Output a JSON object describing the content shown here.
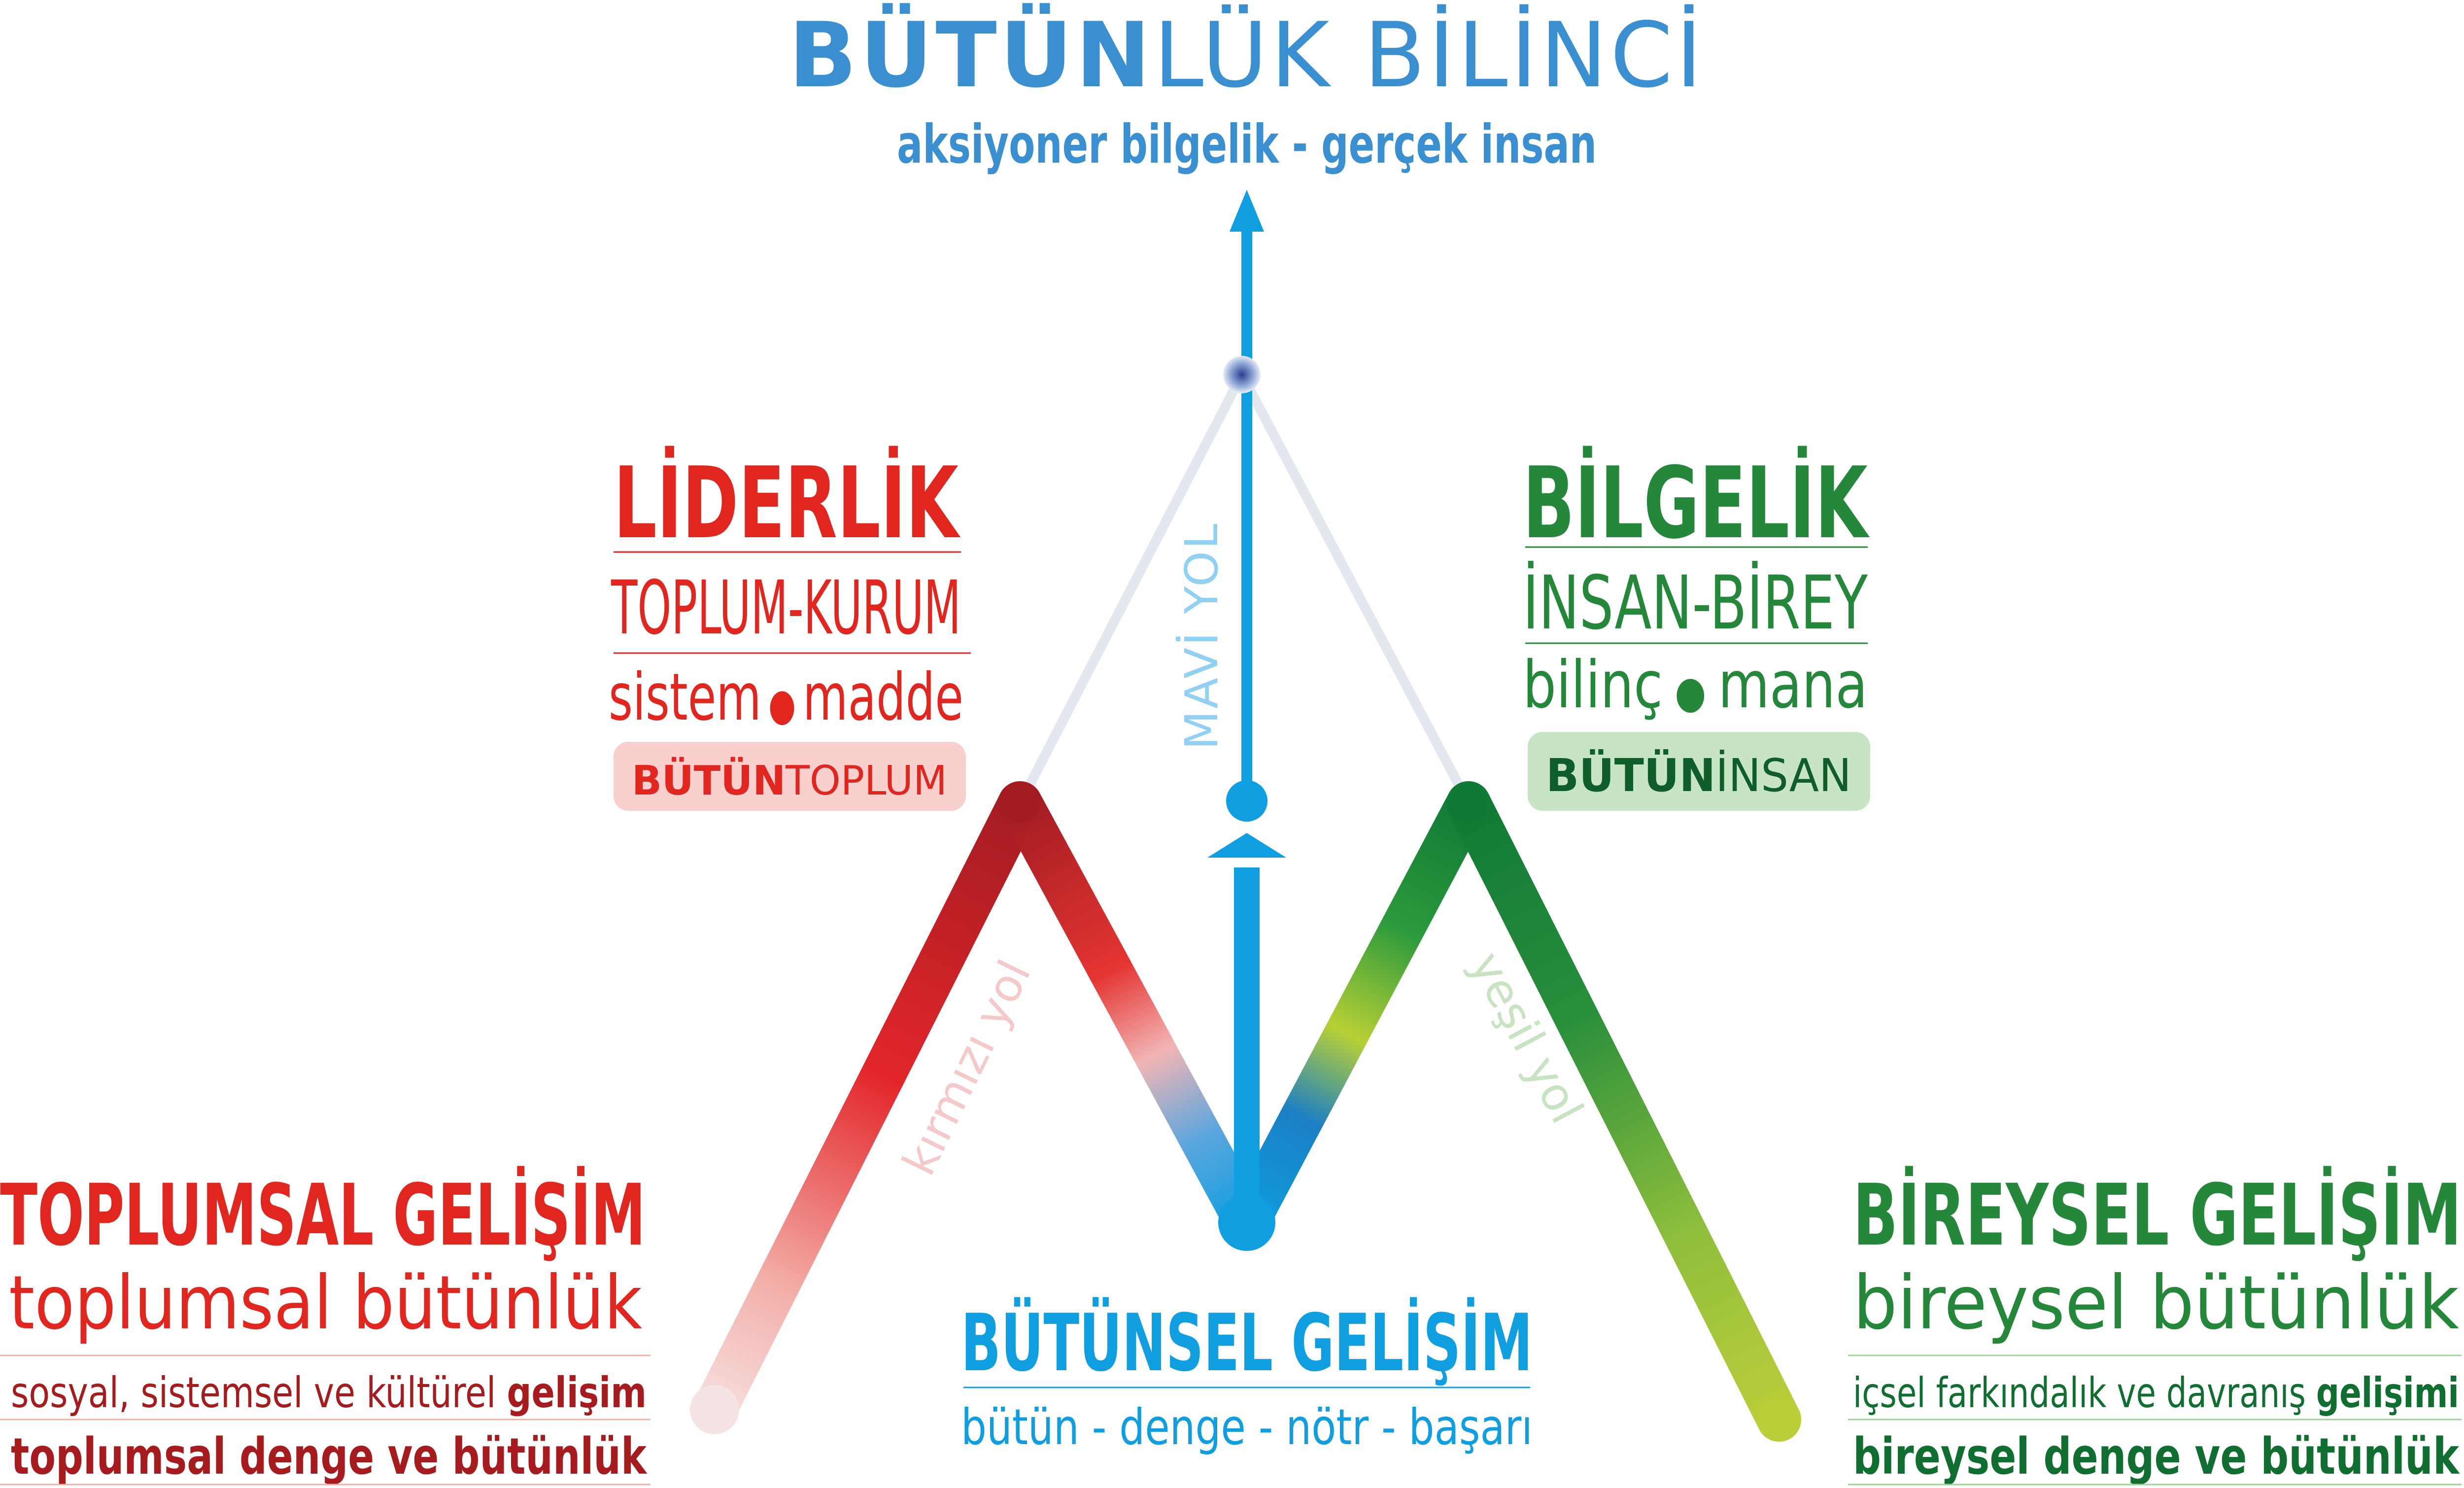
{
  "top": {
    "title_bold": "BÜTÜN",
    "title_rest": "LÜK BİLİNCİ",
    "subtitle": "aksiyoner bilgelik - gerçek insan"
  },
  "left_upper": {
    "heading": "LİDERLİK",
    "line1": "TOPLUM-KURUM",
    "line2_a": "sistem",
    "line2_b": "madde",
    "badge_bold": "BÜTÜN",
    "badge_rest": "TOPLUM"
  },
  "right_upper": {
    "heading": "BİLGELİK",
    "line1": "İNSAN-BİREY",
    "line2_a": "bilinç",
    "line2_b": "mana",
    "badge_bold": "BÜTÜN",
    "badge_rest": "İNSAN"
  },
  "paths": {
    "blue": "MAVİ YOL",
    "red": "kırmızı yol",
    "green": "yeşil yol"
  },
  "center": {
    "heading": "BÜTÜNSEL GELİŞİM",
    "subtitle": "bütün - denge - nötr - başarı"
  },
  "left_lower": {
    "heading": "TOPLUMSAL GELİŞİM",
    "line1": "toplumsal bütünlük",
    "line2_a": "sosyal, sistemsel ve kültürel ",
    "line2_b": "gelişim",
    "line3": "toplumsal denge ve bütünlük"
  },
  "right_lower": {
    "heading": "BİREYSEL GELİŞİM",
    "line1": "bireysel bütünlük",
    "line2_a": "içsel farkındalık ve davranış ",
    "line2_b": "gelişimi",
    "line3": "bireysel denge ve bütünlük"
  },
  "colors": {
    "blue_text": "#3a8fd1",
    "blue_path": "#0f9ee0",
    "red": "#e0261f",
    "dark_red": "#a51b1e",
    "green": "#24873a",
    "dark_green": "#0f7a35",
    "lime": "#b5c735",
    "light_red_badge": "#f9d0cd",
    "light_green_badge": "#c7e5c5"
  }
}
